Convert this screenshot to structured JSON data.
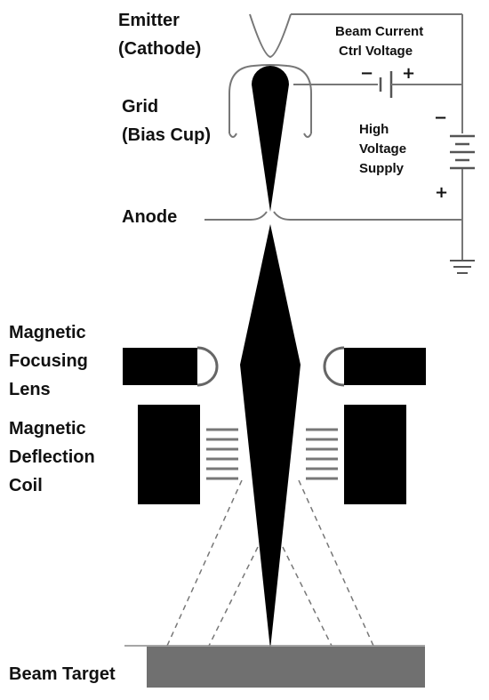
{
  "labels": {
    "emitter_line1": "Emitter",
    "emitter_line2": "(Cathode)",
    "grid_line1": "Grid",
    "grid_line2": "(Bias Cup)",
    "anode": "Anode",
    "focusing_line1": "Magnetic",
    "focusing_line2": "Focusing",
    "focusing_line3": "Lens",
    "deflection_line1": "Magnetic",
    "deflection_line2": "Deflection",
    "deflection_line3": "Coil",
    "beam_target": "Beam Target",
    "beam_current_line1": "Beam Current",
    "beam_current_line2": "Ctrl Voltage",
    "hv_line1": "High",
    "hv_line2": "Voltage",
    "hv_line3": "Supply"
  },
  "polarity": {
    "ctrl_minus": "−",
    "ctrl_plus": "+",
    "hv_minus": "−",
    "hv_plus": "+"
  },
  "colors": {
    "beam": "#000000",
    "lens_block": "#000000",
    "target": "#707070",
    "wire": "#777777"
  }
}
